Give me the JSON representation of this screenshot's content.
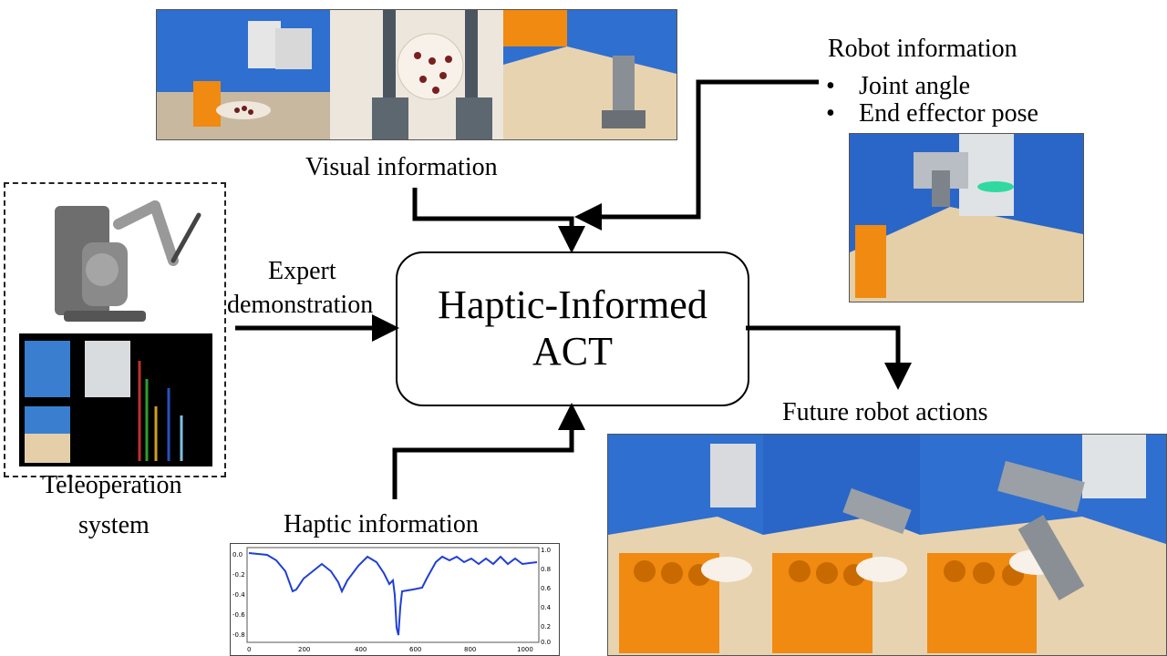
{
  "center": {
    "line1": "Haptic-Informed",
    "line2": "ACT"
  },
  "labels": {
    "visual": "Visual information",
    "robot_title": "Robot information",
    "robot_items": [
      "Joint angle",
      "End effector pose"
    ],
    "expert_line1": "Expert",
    "expert_line2": "demonstration",
    "future": "Future robot actions",
    "haptic": "Haptic information",
    "teleop_line1": "Teleoperation",
    "teleop_line2": "system"
  },
  "haptic_plot": {
    "x_ticks": [
      "0",
      "200",
      "400",
      "600",
      "800",
      "1000"
    ],
    "y_left_ticks": [
      "0.0",
      "-0.2",
      "-0.4",
      "-0.6",
      "-0.8"
    ],
    "y_right_ticks": [
      "1.0",
      "0.8",
      "0.6",
      "0.4",
      "0.2",
      "0.0"
    ],
    "line_color": "#1f3fd6"
  },
  "colors": {
    "wall_blue": "#2f6fd0",
    "rack_orange": "#f08a10",
    "board": "#e8d3b0"
  }
}
